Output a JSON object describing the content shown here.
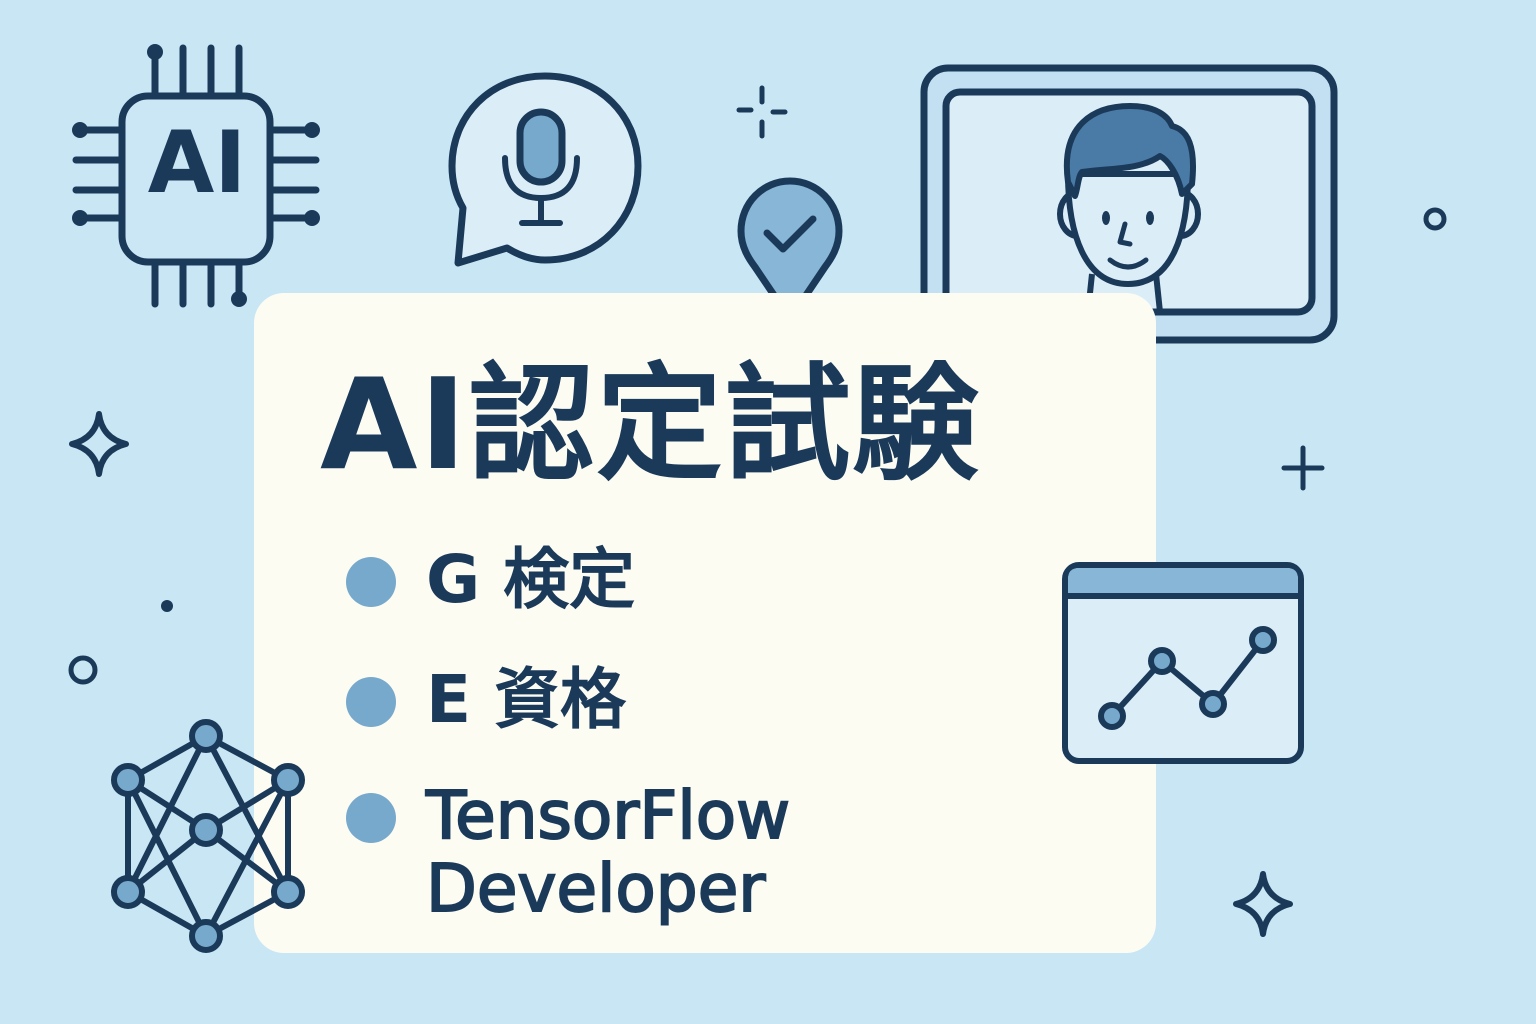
{
  "colors": {
    "background": "#c9e6f4",
    "card": "#fdfcf3",
    "ink": "#1b3a5a",
    "accent": "#77a9cc",
    "light_fill": "#dbeef8",
    "hair": "#4a7ba6"
  },
  "chip_icon": {
    "label": "AI"
  },
  "card": {
    "title": "AI認定試験",
    "items": [
      {
        "label": "G 検定"
      },
      {
        "label": "E 資格"
      },
      {
        "label": "TensorFlow\nDeveloper"
      }
    ]
  },
  "icons": [
    "ai-chip-icon",
    "microphone-speech-bubble-icon",
    "sparkle-plus-icon",
    "location-check-pin-icon",
    "video-call-person-icon",
    "sparkle-star-icon",
    "neural-network-icon",
    "line-chart-window-icon",
    "circle-icon",
    "plus-icon",
    "dot-icon"
  ]
}
